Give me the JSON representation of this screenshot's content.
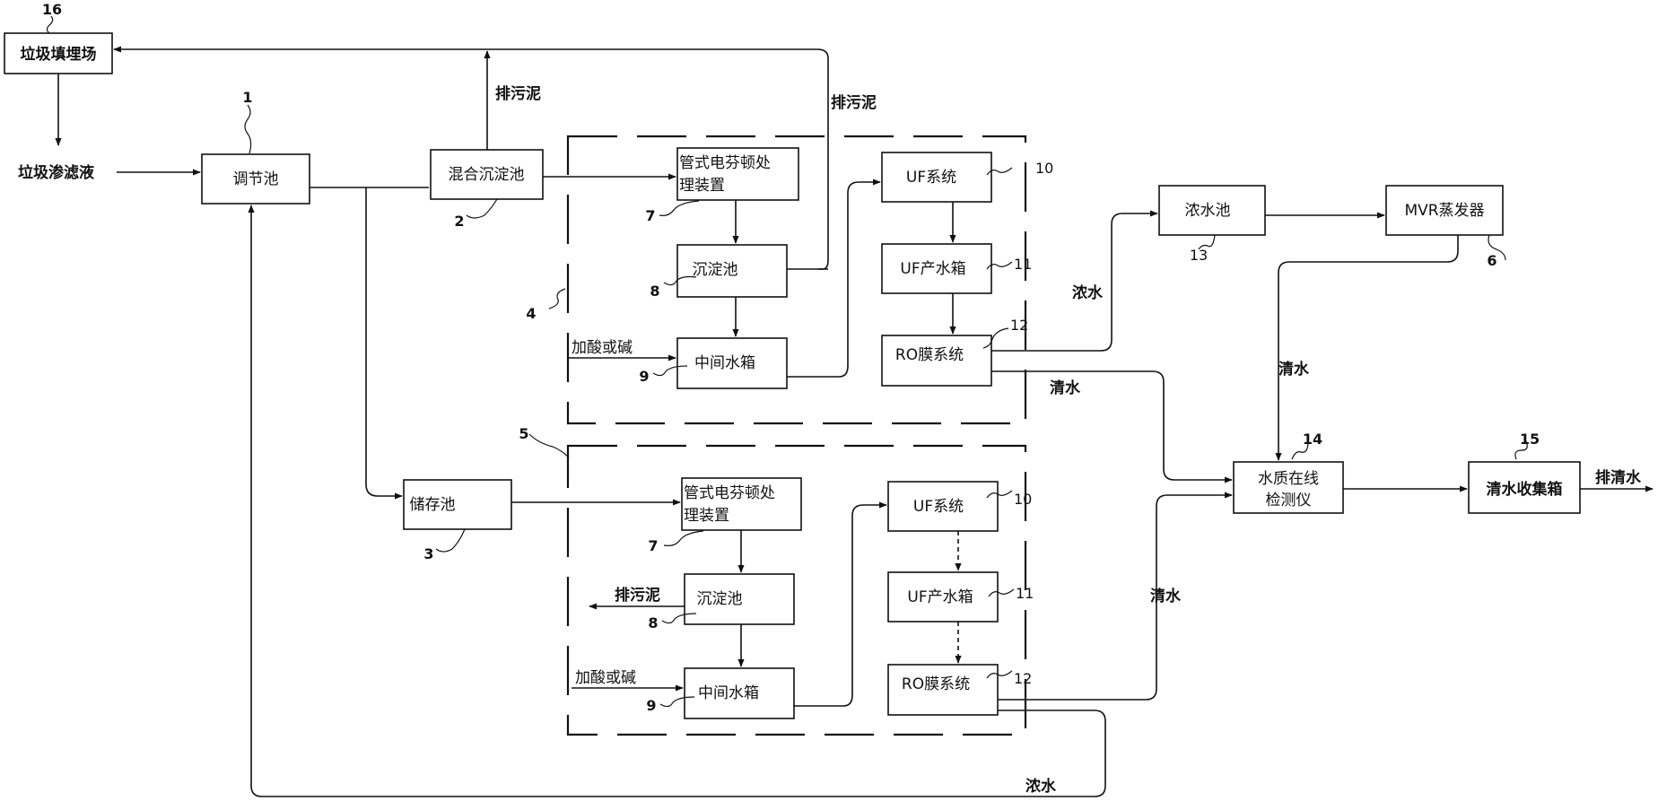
{
  "nodes": {
    "landfill": "垃圾填埋场",
    "leachate": "垃圾渗滤液",
    "regulating_tank": "调节池",
    "mixing_tank": "混合沉淀池",
    "storage_tank": "储存池",
    "fenton_top_line1": "管式电芬顿处",
    "fenton_top_line2": "理装置",
    "fenton_bot_line1": "管式电芬顿处",
    "fenton_bot_line2": "理装置",
    "sed_top": "沉淀池",
    "sed_bot": "沉淀池",
    "mid_top": "中间水箱",
    "mid_bot": "中间水箱",
    "uf_top": "UF系统",
    "uf_bot": "UF系统",
    "ufp_top": "UF产水箱",
    "ufp_bot": "UF产水箱",
    "ro_top": "RO膜系统",
    "ro_bot": "RO膜系统",
    "conc_pool": "浓水池",
    "mvr": "MVR蒸发器",
    "monitor_line1": "水质在线",
    "monitor_line2": "检测仪",
    "clean_box": "清水收集箱"
  },
  "labels": {
    "sludge_a": "排污泥",
    "sludge_b": "排污泥",
    "sludge_c": "排污泥",
    "acid_top": "加酸或碱",
    "acid_bot": "加酸或碱",
    "conc_top": "浓水",
    "conc_bottom": "浓水",
    "clean_top": "清水",
    "clean_mid": "清水",
    "clean_right": "清水",
    "discharge": "排清水"
  },
  "numbers": {
    "n1": "1",
    "n2": "2",
    "n3": "3",
    "n4": "4",
    "n5": "5",
    "n6": "6",
    "n7a": "7",
    "n7b": "7",
    "n8a": "8",
    "n8b": "8",
    "n9a": "9",
    "n9b": "9",
    "n10a": "10",
    "n10b": "10",
    "n11a": "11",
    "n11b": "11",
    "n12a": "12",
    "n12b": "12",
    "n13": "13",
    "n14": "14",
    "n15": "15",
    "n16": "16"
  }
}
